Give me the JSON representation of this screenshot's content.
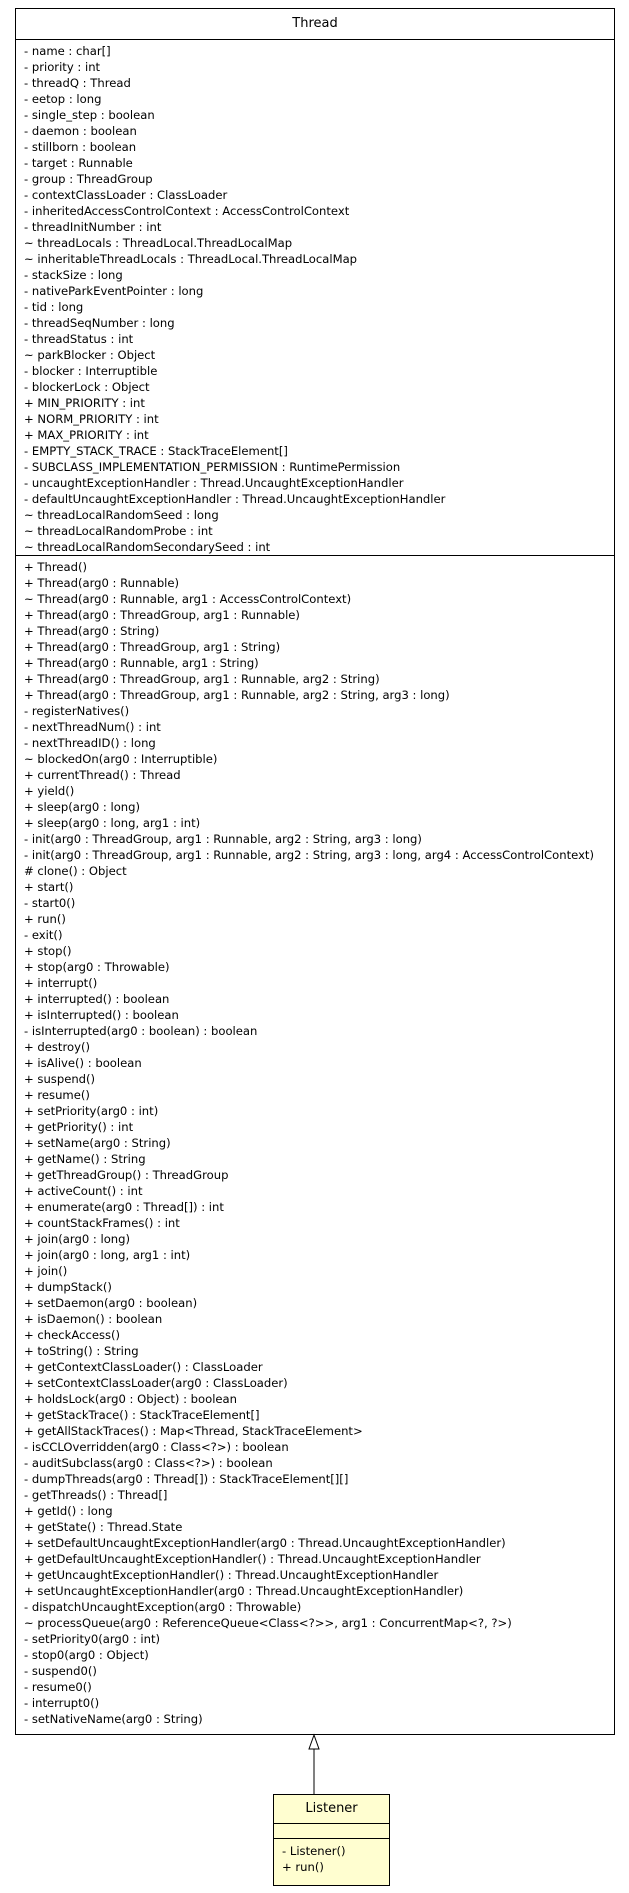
{
  "thread_class": {
    "name": "Thread",
    "attributes": [
      "- name : char[]",
      "- priority : int",
      "- threadQ : Thread",
      "- eetop : long",
      "- single_step : boolean",
      "- daemon : boolean",
      "- stillborn : boolean",
      "- target : Runnable",
      "- group : ThreadGroup",
      "- contextClassLoader : ClassLoader",
      "- inheritedAccessControlContext : AccessControlContext",
      "- threadInitNumber : int",
      "~ threadLocals : ThreadLocal.ThreadLocalMap",
      "~ inheritableThreadLocals : ThreadLocal.ThreadLocalMap",
      "- stackSize : long",
      "- nativeParkEventPointer : long",
      "- tid : long",
      "- threadSeqNumber : long",
      "- threadStatus : int",
      "~ parkBlocker : Object",
      "- blocker : Interruptible",
      "- blockerLock : Object",
      "+ MIN_PRIORITY : int",
      "+ NORM_PRIORITY : int",
      "+ MAX_PRIORITY : int",
      "- EMPTY_STACK_TRACE : StackTraceElement[]",
      "- SUBCLASS_IMPLEMENTATION_PERMISSION : RuntimePermission",
      "- uncaughtExceptionHandler : Thread.UncaughtExceptionHandler",
      "- defaultUncaughtExceptionHandler : Thread.UncaughtExceptionHandler",
      "~ threadLocalRandomSeed : long",
      "~ threadLocalRandomProbe : int",
      "~ threadLocalRandomSecondarySeed : int"
    ],
    "operations": [
      "+ Thread()",
      "+ Thread(arg0 : Runnable)",
      "~ Thread(arg0 : Runnable, arg1 : AccessControlContext)",
      "+ Thread(arg0 : ThreadGroup, arg1 : Runnable)",
      "+ Thread(arg0 : String)",
      "+ Thread(arg0 : ThreadGroup, arg1 : String)",
      "+ Thread(arg0 : Runnable, arg1 : String)",
      "+ Thread(arg0 : ThreadGroup, arg1 : Runnable, arg2 : String)",
      "+ Thread(arg0 : ThreadGroup, arg1 : Runnable, arg2 : String, arg3 : long)",
      "- registerNatives()",
      "- nextThreadNum() : int",
      "- nextThreadID() : long",
      "~ blockedOn(arg0 : Interruptible)",
      "+ currentThread() : Thread",
      "+ yield()",
      "+ sleep(arg0 : long)",
      "+ sleep(arg0 : long, arg1 : int)",
      "- init(arg0 : ThreadGroup, arg1 : Runnable, arg2 : String, arg3 : long)",
      "- init(arg0 : ThreadGroup, arg1 : Runnable, arg2 : String, arg3 : long, arg4 : AccessControlContext)",
      "# clone() : Object",
      "+ start()",
      "- start0()",
      "+ run()",
      "- exit()",
      "+ stop()",
      "+ stop(arg0 : Throwable)",
      "+ interrupt()",
      "+ interrupted() : boolean",
      "+ isInterrupted() : boolean",
      "- isInterrupted(arg0 : boolean) : boolean",
      "+ destroy()",
      "+ isAlive() : boolean",
      "+ suspend()",
      "+ resume()",
      "+ setPriority(arg0 : int)",
      "+ getPriority() : int",
      "+ setName(arg0 : String)",
      "+ getName() : String",
      "+ getThreadGroup() : ThreadGroup",
      "+ activeCount() : int",
      "+ enumerate(arg0 : Thread[]) : int",
      "+ countStackFrames() : int",
      "+ join(arg0 : long)",
      "+ join(arg0 : long, arg1 : int)",
      "+ join()",
      "+ dumpStack()",
      "+ setDaemon(arg0 : boolean)",
      "+ isDaemon() : boolean",
      "+ checkAccess()",
      "+ toString() : String",
      "+ getContextClassLoader() : ClassLoader",
      "+ setContextClassLoader(arg0 : ClassLoader)",
      "+ holdsLock(arg0 : Object) : boolean",
      "+ getStackTrace() : StackTraceElement[]",
      "+ getAllStackTraces() : Map<Thread, StackTraceElement>",
      "- isCCLOverridden(arg0 : Class<?>) : boolean",
      "- auditSubclass(arg0 : Class<?>) : boolean",
      "- dumpThreads(arg0 : Thread[]) : StackTraceElement[][]",
      "- getThreads() : Thread[]",
      "+ getId() : long",
      "+ getState() : Thread.State",
      "+ setDefaultUncaughtExceptionHandler(arg0 : Thread.UncaughtExceptionHandler)",
      "+ getDefaultUncaughtExceptionHandler() : Thread.UncaughtExceptionHandler",
      "+ getUncaughtExceptionHandler() : Thread.UncaughtExceptionHandler",
      "+ setUncaughtExceptionHandler(arg0 : Thread.UncaughtExceptionHandler)",
      "- dispatchUncaughtException(arg0 : Throwable)",
      "~ processQueue(arg0 : ReferenceQueue<Class<?>>, arg1 : ConcurrentMap<?, ?>)",
      "- setPriority0(arg0 : int)",
      "- stop0(arg0 : Object)",
      "- suspend0()",
      "- resume0()",
      "- interrupt0()",
      "- setNativeName(arg0 : String)"
    ]
  },
  "listener_class": {
    "name": "Listener",
    "fill_color": "#fffed0",
    "attributes": [],
    "operations": [
      "- Listener()",
      "+ run()"
    ]
  },
  "relationship": {
    "type": "generalization",
    "from": "Listener",
    "to": "Thread"
  }
}
